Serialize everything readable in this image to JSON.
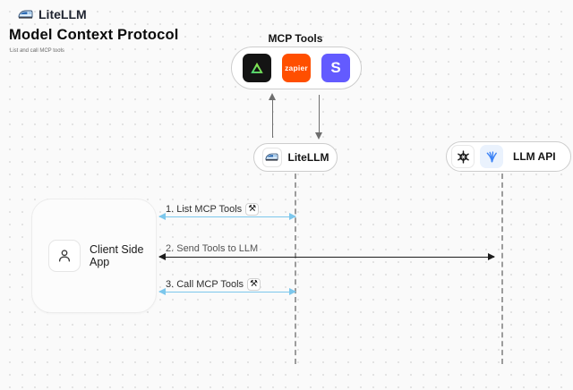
{
  "header": {
    "brand": "LiteLLM",
    "title": "Model Context Protocol",
    "subtitle": "List and call MCP tools"
  },
  "mcp_group": {
    "label": "MCP Tools",
    "tools": [
      {
        "name": "delta-ai-icon"
      },
      {
        "name": "zapier-icon",
        "text": "zapier"
      },
      {
        "name": "stripe-icon",
        "text": "S"
      }
    ]
  },
  "nodes": {
    "litellm": {
      "label": "LiteLLM"
    },
    "llm_api": {
      "label": "LLM API"
    },
    "client": {
      "label": "Client Side App"
    }
  },
  "messages": [
    {
      "label": "1. List MCP Tools",
      "glyph": "⚒",
      "arrow_color": "#7CC7EC",
      "from": "Client Side App",
      "to": "LiteLLM"
    },
    {
      "label": "2. Send Tools to LLM",
      "glyph": "",
      "arrow_color": "#1C1C1C",
      "from": "Client Side App",
      "to": "LLM API"
    },
    {
      "label": "3. Call MCP Tools",
      "glyph": "⚒",
      "arrow_color": "#7CC7EC",
      "from": "Client Side App",
      "to": "LiteLLM"
    }
  ],
  "colors": {
    "background": "#FAFAFA",
    "accent_blue_arrow": "#7CC7EC",
    "dark_arrow": "#1C1C1C",
    "zapier_orange": "#FF4F00",
    "stripe_purple": "#635BFF",
    "lifeline_gray": "#9C9C9C"
  }
}
